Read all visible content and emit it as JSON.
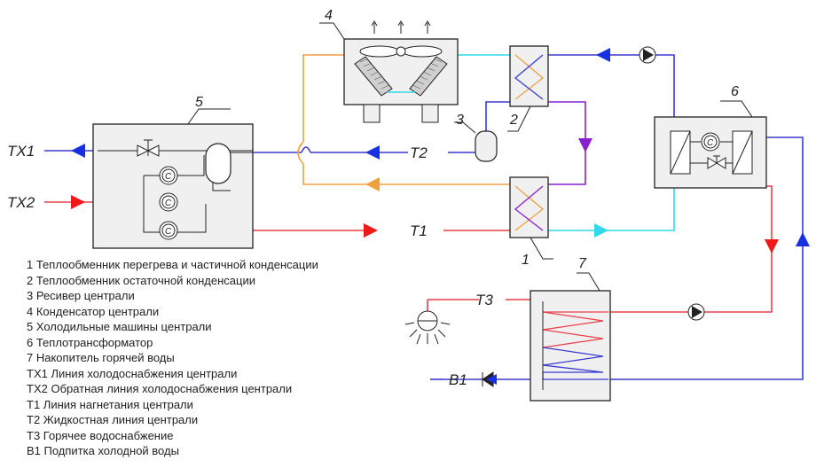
{
  "labels": {
    "n1": "1",
    "n2": "2",
    "n3": "3",
    "n4": "4",
    "n5": "5",
    "n6": "6",
    "n7": "7",
    "tx1": "ТХ1",
    "tx2": "ТХ2",
    "t1": "Т1",
    "t2": "Т2",
    "t3": "Т3",
    "b1": "В1"
  },
  "compressor_symbol": "C",
  "legend": [
    "1 Теплообменник перегрева и частичной конденсации",
    "2 Теплообменник остаточной конденсации",
    "3 Ресивер централи",
    "4 Конденсатор централи",
    "5 Холодильные машины централи",
    "6 Теплотрансформатор",
    "7 Накопитель горячей воды",
    "ТХ1 Линия холодоснабжения централи",
    "ТХ2 Обратная линия холодоснабжения централи",
    "Т1 Линия нагнетания централи",
    "Т2 Жидкостная линия централи",
    "Т3 Горячее водоснабжение",
    "В1 Подпитка холодной воды"
  ],
  "colors": {
    "hot": "#e8404a",
    "liquid": "#3a3ad0",
    "cyan": "#30d8e8",
    "orange": "#f0a040",
    "purple": "#8a20d0",
    "red_arrow": "#f01818",
    "blue_arrow": "#1830e0"
  }
}
